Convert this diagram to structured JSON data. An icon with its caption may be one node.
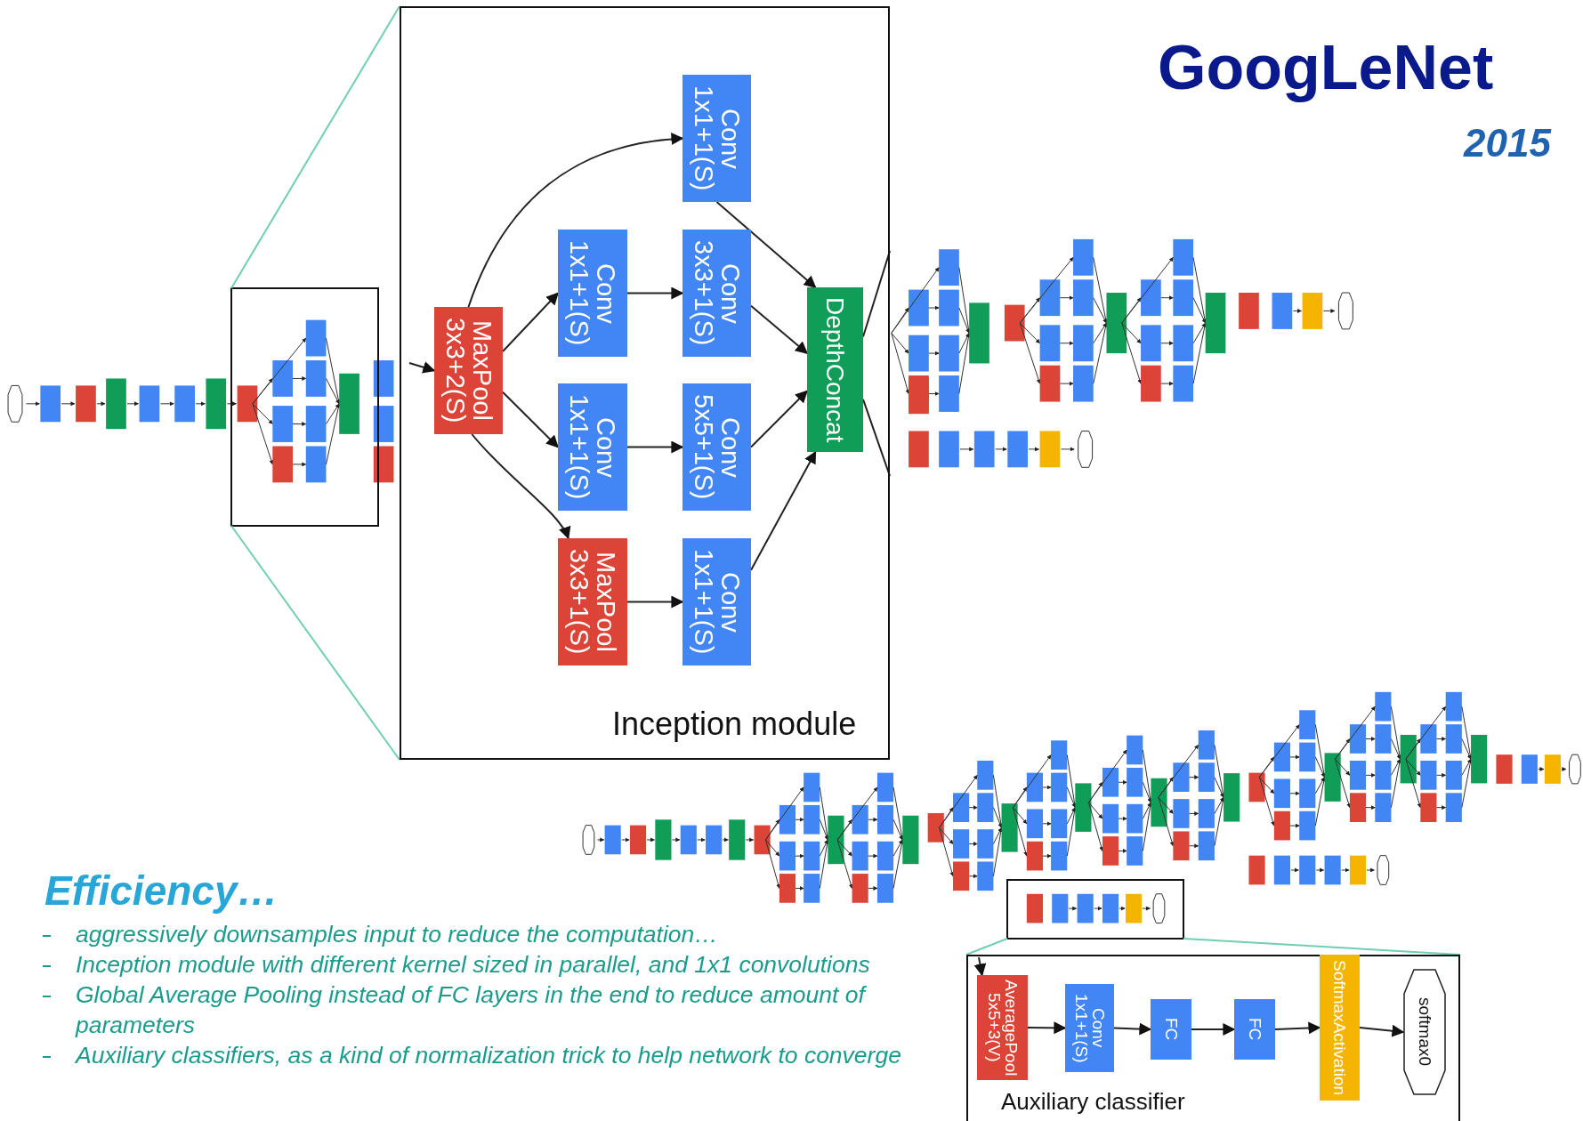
{
  "diagram": {
    "title": "GoogLeNet",
    "nodes": [
      {
        "text": [
          "Inception module"
        ]
      },
      {
        "text": [
          "MaxPool 3x3+2(S)"
        ],
        "in": 0
      },
      {
        "text": [
          "Conv 1x1+1(S)"
        ],
        "in": 0
      },
      {
        "text": [
          "Conv 1x1+1(S)"
        ],
        "in": 0
      },
      {
        "text": [
          "Conv 3x3+1(S)"
        ],
        "in": 0
      },
      {
        "text": [
          "Conv 1x1+1(S)"
        ],
        "in": 0
      },
      {
        "text": [
          "Conv 5x5+1(S)"
        ],
        "in": 0
      },
      {
        "text": [
          "MaxPool 3x3+1(S)"
        ],
        "in": 0
      },
      {
        "text": [
          "Conv 1x1+1(S)"
        ],
        "in": 0
      },
      {
        "text": [
          "DepthConcat"
        ],
        "in": 0
      },
      {
        "text": [
          "Auxiliary classifier"
        ]
      },
      {
        "text": [
          "AveragePool 5x5+3(V)"
        ],
        "in": 10
      },
      {
        "text": [
          "Conv 1x1+1(S)"
        ],
        "in": 10
      },
      {
        "text": [
          "FC"
        ],
        "in": 10
      },
      {
        "text": [
          "FC"
        ],
        "in": 10
      },
      {
        "text": [
          "SoftmaxActivation"
        ],
        "in": 10
      },
      {
        "text": [
          "softmax0"
        ],
        "in": 10
      }
    ],
    "edges": [
      {
        "from": null,
        "to": 1,
        "arrow": "to"
      },
      {
        "from": 1,
        "to": 2,
        "arrow": "to"
      },
      {
        "from": 1,
        "to": 3,
        "arrow": "to"
      },
      {
        "from": 1,
        "to": 5,
        "arrow": "to"
      },
      {
        "from": 1,
        "to": 7,
        "arrow": "to"
      },
      {
        "from": 3,
        "to": 4,
        "arrow": "to"
      },
      {
        "from": 5,
        "to": 6,
        "arrow": "to"
      },
      {
        "from": 7,
        "to": 8,
        "arrow": "to"
      },
      {
        "from": 2,
        "to": 9,
        "arrow": "to"
      },
      {
        "from": 4,
        "to": 9,
        "arrow": "to"
      },
      {
        "from": 6,
        "to": 9,
        "arrow": "to"
      },
      {
        "from": 8,
        "to": 9,
        "arrow": "to"
      },
      {
        "from": 9,
        "to": null,
        "arrow": "none"
      },
      {
        "from": 9,
        "to": null,
        "arrow": "none"
      },
      {
        "from": null,
        "to": 11,
        "arrow": "to"
      },
      {
        "from": 11,
        "to": 12,
        "arrow": "to"
      },
      {
        "from": 12,
        "to": 13,
        "arrow": "to"
      },
      {
        "from": 13,
        "to": 14,
        "arrow": "to"
      },
      {
        "from": 14,
        "to": 15,
        "arrow": "to"
      },
      {
        "from": 15,
        "to": 16,
        "arrow": "to"
      }
    ],
    "labels": [
      "2015",
      "Efficiency…",
      "aggressively downsamples input to reduce the computation…",
      "Inception module with different kernel sized in parallel, and 1x1 convolutions",
      "Global Average Pooling  instead of FC layers in the end to reduce amount of parameters",
      "Auxiliary classifiers, as a kind of normalization trick to help network to converge"
    ]
  }
}
